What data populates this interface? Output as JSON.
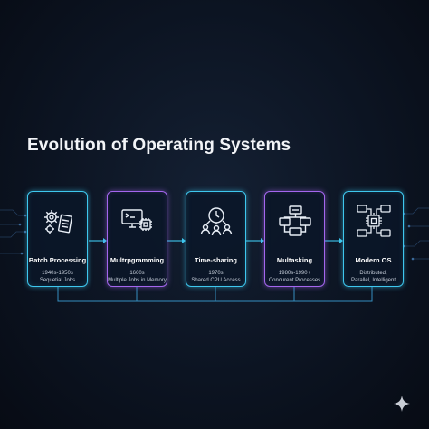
{
  "title": "Evolution of Operating Systems",
  "stages": [
    {
      "name": "Batch Processing",
      "line1": "1940s-1950s",
      "line2": "Sequetial Jobs",
      "icon": "gears-document-icon",
      "accent": "#3ec7ee"
    },
    {
      "name": "Multrpgramming",
      "line1": "1660s",
      "line2": "Multiple Jobs in Memory",
      "icon": "monitor-cpu-icon",
      "accent": "#a466ee"
    },
    {
      "name": "Time-sharing",
      "line1": "1970s",
      "line2": "Shared CPU Access",
      "icon": "clock-users-icon",
      "accent": "#3ec7ee"
    },
    {
      "name": "Multasking",
      "line1": "1980s-1990+",
      "line2": "Concurent Processes",
      "icon": "process-windows-icon",
      "accent": "#a466ee"
    },
    {
      "name": "Modern OS",
      "line1": "Distributed,",
      "line2": "Parallel, Intelligent",
      "icon": "chip-network-icon",
      "accent": "#3ec7ee"
    }
  ],
  "colors": {
    "cyan": "#3ec7ee",
    "purple": "#a466ee",
    "background": "#0c1422"
  }
}
